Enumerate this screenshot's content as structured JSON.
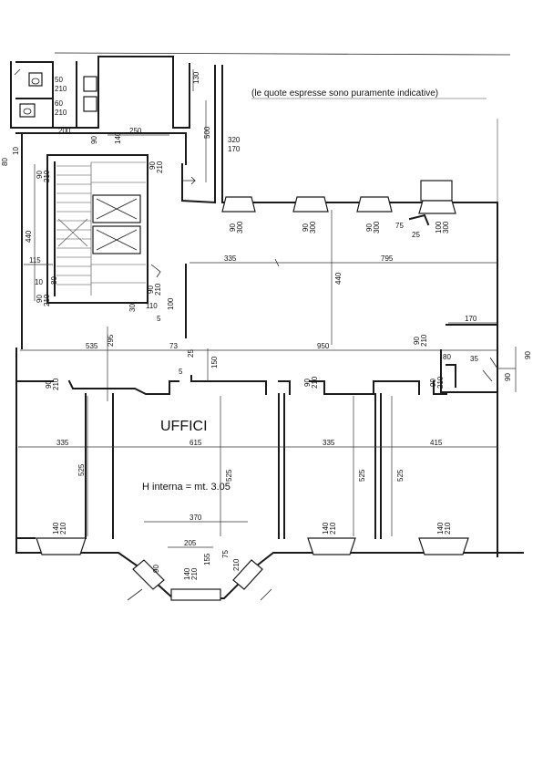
{
  "note": "(le quote espresse sono puramente indicative)",
  "room_label": "UFFICI",
  "height_label": "H interna = mt. 3.05",
  "dims": {
    "d130": "130",
    "d50": "50",
    "d210a": "210",
    "d60": "60",
    "d210b": "210",
    "d200": "200",
    "d140": "140",
    "d250": "250",
    "d500": "500",
    "d320": "320",
    "d170a": "170",
    "d90a": "90",
    "d210c": "210",
    "d10": "10",
    "d80": "80",
    "d90b": "90",
    "d300a": "300",
    "d90c": "90",
    "d300b": "300",
    "d90d": "90",
    "d300c": "300",
    "d75a": "75",
    "d25": "25",
    "d100a": "100",
    "d300d": "300",
    "d440a": "440",
    "d115": "115",
    "d335a": "335",
    "d795": "795",
    "d440b": "440",
    "d10b": "10",
    "d30": "30",
    "d110": "110",
    "d100b": "100",
    "d5": "5",
    "d170b": "170",
    "d535": "535",
    "d295": "295",
    "d73": "73",
    "d950": "950",
    "d80b": "80",
    "d35": "35",
    "d90e": "90",
    "d150": "150",
    "d90f": "90",
    "d210d": "210",
    "d335b": "335",
    "d615": "615",
    "d335c": "335",
    "d415": "415",
    "d525a": "525",
    "d525b": "525",
    "d525c": "525",
    "d525d": "525",
    "d370": "370",
    "d205": "205",
    "d155": "155",
    "d75b": "75",
    "d140a": "140",
    "d210e": "210",
    "d140b": "140",
    "d210f": "210",
    "d140c": "140",
    "d210g": "210",
    "d140d": "140",
    "d210h": "210"
  }
}
